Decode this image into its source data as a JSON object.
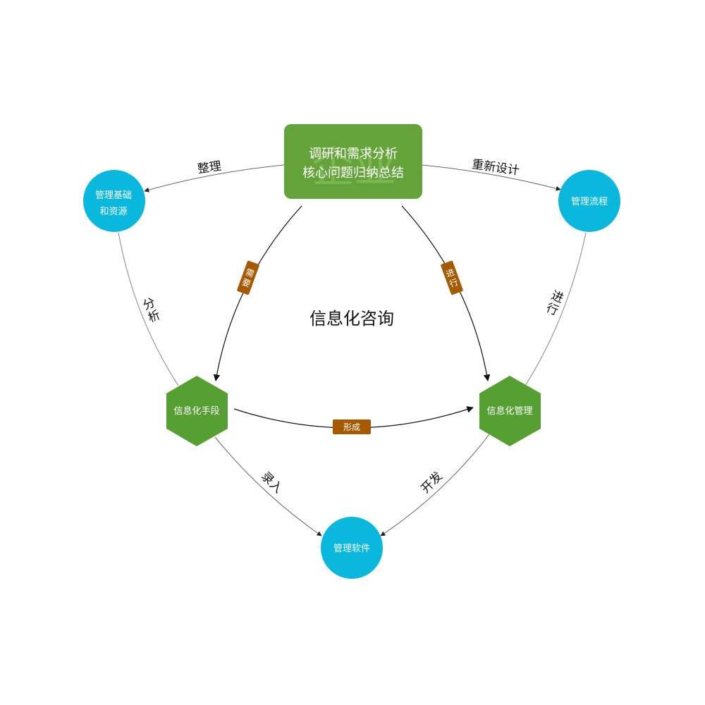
{
  "title": "信息化咨询",
  "colors": {
    "green_box": "#64a23a",
    "hexagon": "#56a033",
    "circle": "#0ab8dd",
    "tag": "#a55a00",
    "edge_dark": "#111111",
    "edge_gray": "#888888"
  },
  "center_box": {
    "line1": "调研和需求分析",
    "line2": "核心问题归纳总结",
    "watermark": "企业"
  },
  "circles": {
    "left": {
      "line1": "管理基础",
      "line2": "和资源"
    },
    "right": {
      "label": "管理流程"
    },
    "bottom": {
      "label": "管理软件"
    }
  },
  "hexagons": {
    "left": {
      "label": "信息化手段"
    },
    "right": {
      "label": "信息化管理"
    }
  },
  "edge_labels": {
    "box_to_left_circle": "整理",
    "box_to_right_circle": "重新设计",
    "left_circle_to_left_hex": [
      "分",
      "析"
    ],
    "right_circle_to_right_hex": [
      "进",
      "行"
    ],
    "left_hex_to_bottom": "录入",
    "right_hex_to_bottom": "开发"
  },
  "tags": {
    "box_to_left_hex": [
      "需",
      "要"
    ],
    "box_to_right_hex": [
      "进",
      "行"
    ],
    "left_hex_to_right_hex": "形成"
  }
}
